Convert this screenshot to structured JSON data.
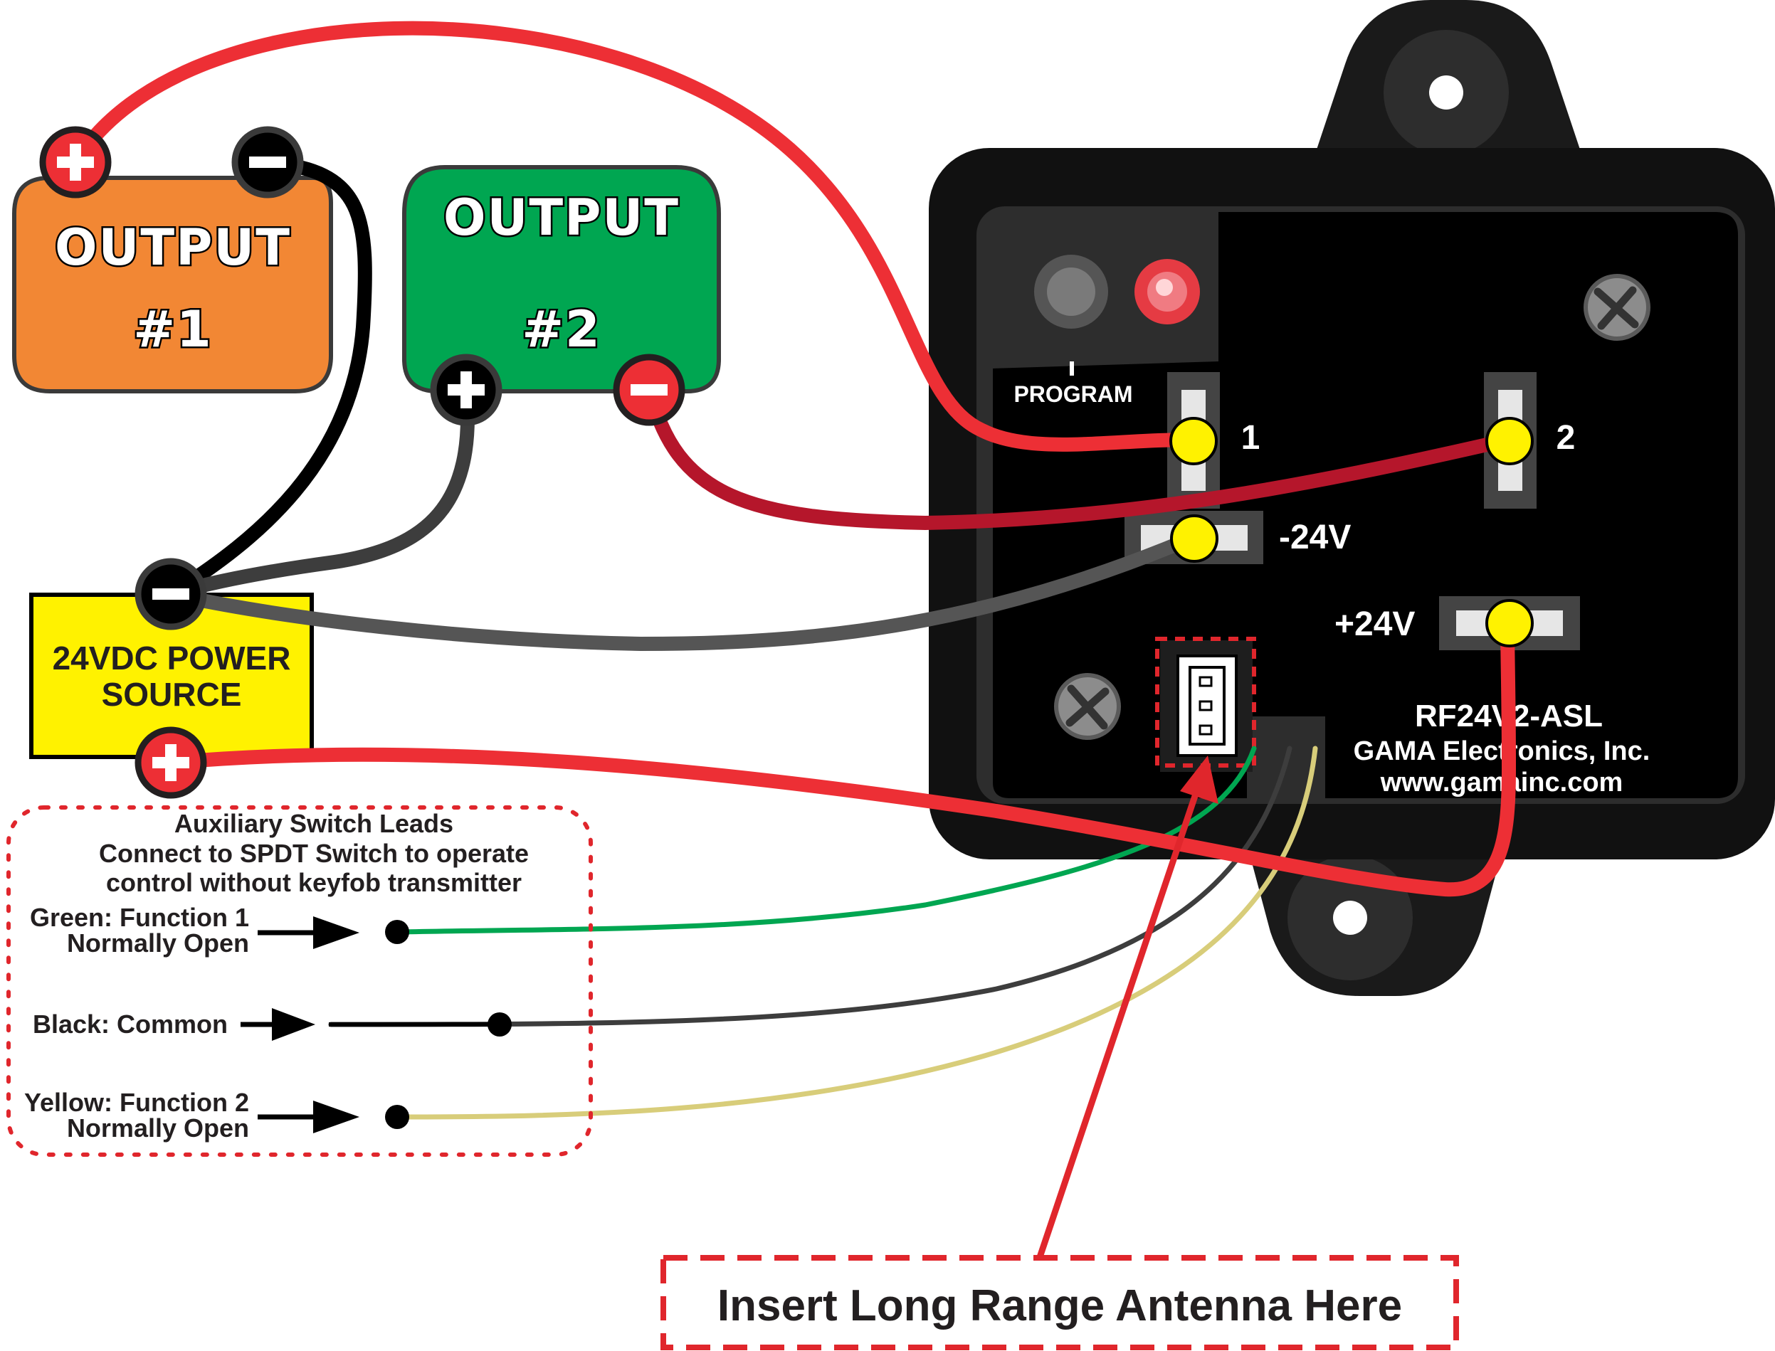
{
  "outputs": [
    {
      "line1": "OUTPUT",
      "line2": "#1",
      "color": "#f28734"
    },
    {
      "line1": "OUTPUT",
      "line2": "#2",
      "color": "#00a651"
    }
  ],
  "power_source": {
    "line1": "24VDC POWER",
    "line2": "SOURCE",
    "color": "#fff200"
  },
  "device": {
    "program_label": "PROGRAM",
    "terminals": {
      "t1": "1",
      "t2": "2",
      "neg": "-24V",
      "pos": "+24V"
    },
    "model": "RF24V2-ASL",
    "company": "GAMA Electronics, Inc.",
    "website": "www.gamainc.com"
  },
  "aux": {
    "title": [
      "Auxiliary Switch Leads",
      "Connect to SPDT Switch to operate",
      "control without keyfob transmitter"
    ],
    "green": [
      "Green: Function 1",
      "Normally Open"
    ],
    "black": "Black: Common",
    "yellow": [
      "Yellow: Function 2",
      "Normally Open"
    ]
  },
  "antenna_label": "Insert Long Range Antenna Here",
  "colors": {
    "wire_red": "#ed2f35",
    "wire_dark_red": "#b5162b",
    "wire_black": "#000000",
    "wire_gray": "#555555",
    "wire_green": "#00a651",
    "wire_yellow": "#d8cd7a",
    "terminal_yellow": "#fff200",
    "device_body": "#111111"
  },
  "icons": [
    "plus-icon",
    "minus-icon",
    "screw-icon",
    "arrow-right-icon",
    "led-icon",
    "button-icon",
    "connector-icon"
  ]
}
